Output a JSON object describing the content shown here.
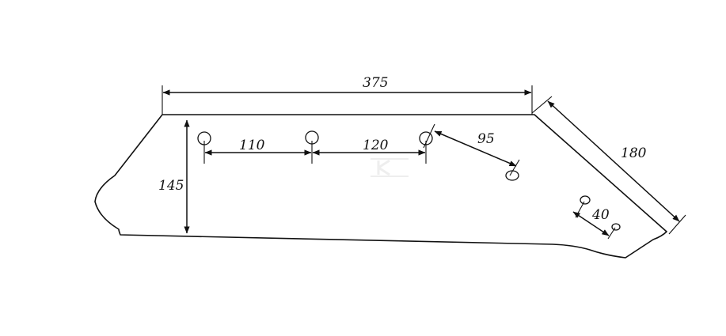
{
  "drawing": {
    "dimensions": {
      "top_length": "375",
      "right_edge": "180",
      "height": "145",
      "hole_spacing_1": "110",
      "hole_spacing_2": "120",
      "diagonal_hole": "95",
      "small_hole_spacing": "40"
    },
    "watermark": "K",
    "colors": {
      "line": "#111111",
      "watermark": "#dcdcdc",
      "background": "#ffffff"
    }
  }
}
